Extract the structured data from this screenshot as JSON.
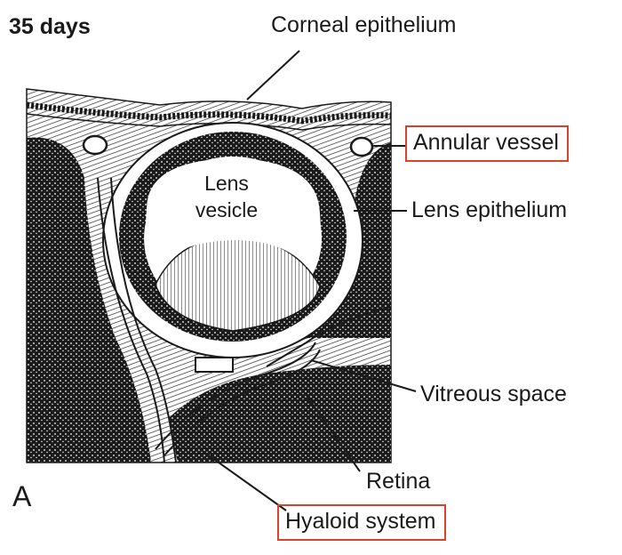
{
  "title": "35 days",
  "panel_letter": "A",
  "labels": {
    "corneal_epithelium": "Corneal epithelium",
    "annular_vessel": "Annular vessel",
    "lens_epithelium": "Lens epithelium",
    "lens_vesicle_line1": "Lens",
    "lens_vesicle_line2": "vesicle",
    "vitreous_space": "Vitreous space",
    "retina": "Retina",
    "hyaloid_system": "Hyaloid system"
  },
  "highlighted_labels": [
    "Annular vessel",
    "Hyaloid system"
  ],
  "colors": {
    "highlight_box": "#d9412b",
    "ink": "#1a1a1a"
  }
}
